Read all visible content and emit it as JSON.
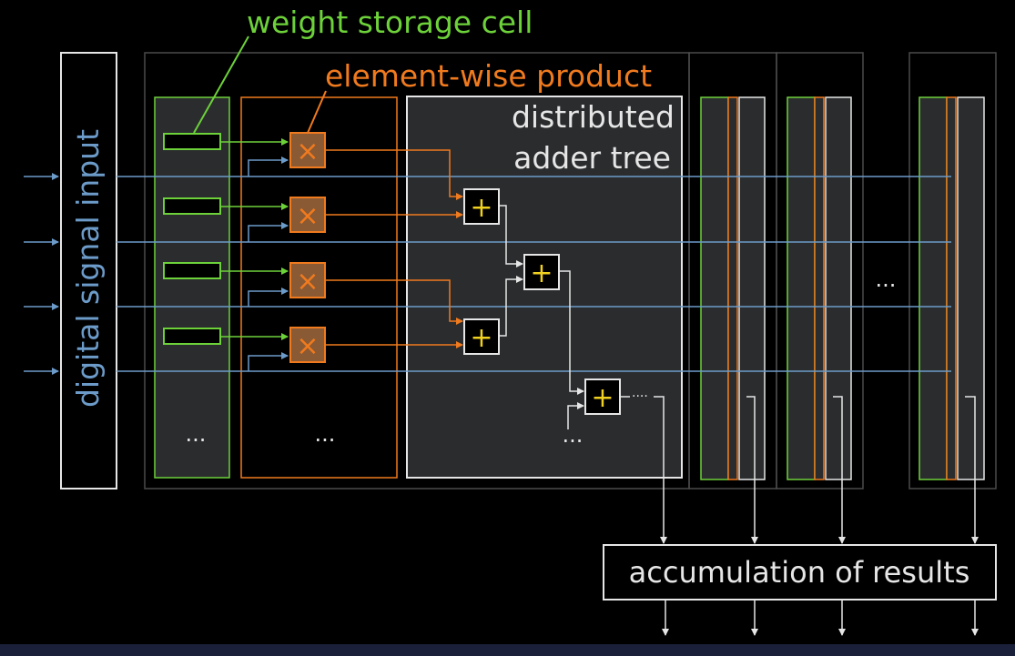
{
  "labels": {
    "input": "digital signal input",
    "weight": "weight storage cell",
    "product": "element-wise product",
    "adder_line1": "distributed",
    "adder_line2": "adder tree",
    "accumulate": "accumulation of results",
    "ellipsis": "...",
    "ellipsis_short": "····"
  },
  "symbols": {
    "multiply": "×",
    "add": "+"
  },
  "colors": {
    "background": "#000000",
    "signal": "#6c9bc9",
    "weight": "#6dd13a",
    "product": "#f07a1e",
    "adder": "#e6e6e6",
    "panel": "#2a2c2e",
    "plus": "#f0d020"
  }
}
